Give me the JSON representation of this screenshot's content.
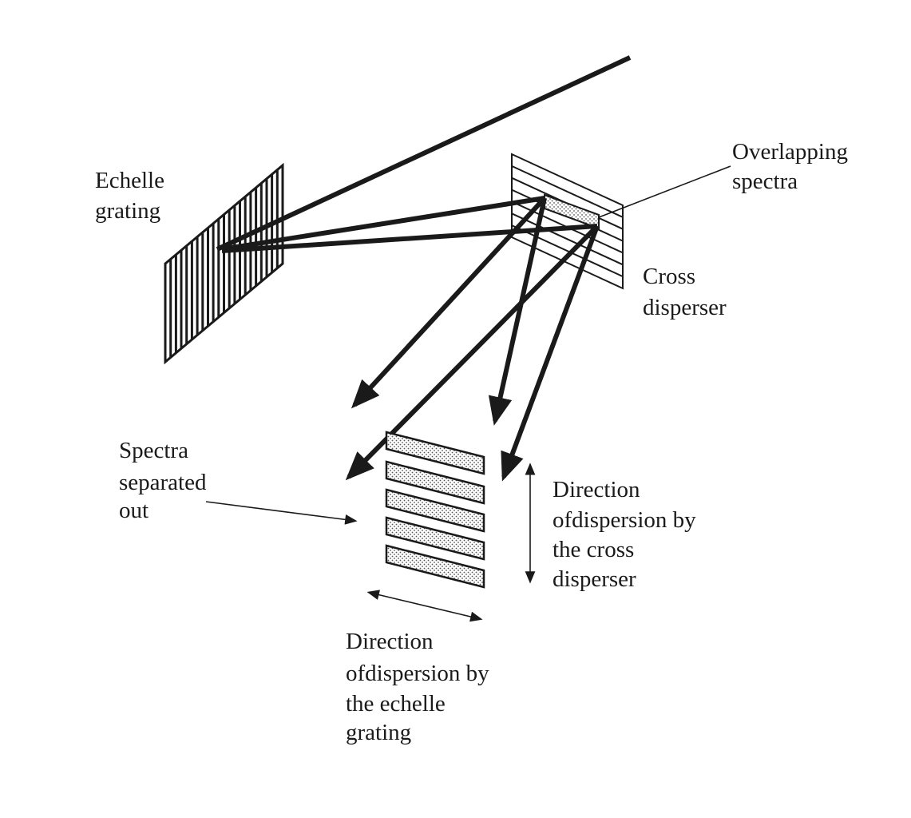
{
  "labels": {
    "echelle_grating": [
      "Echelle",
      "grating"
    ],
    "overlapping_spectra": [
      "Overlapping",
      "spectra"
    ],
    "cross_disperser": [
      "Cross",
      "disperser"
    ],
    "spectra_separated": [
      "Spectra",
      "separated",
      "out"
    ],
    "cross_direction": [
      "Direction",
      "ofdispersion by",
      "the cross",
      "disperser"
    ],
    "echelle_direction": [
      "Direction",
      "ofdispersion by",
      "the echelle",
      "grating"
    ]
  },
  "colors": {
    "ink": "#1a1a1a",
    "stipple": "#9a9a9a",
    "background": "#ffffff"
  }
}
